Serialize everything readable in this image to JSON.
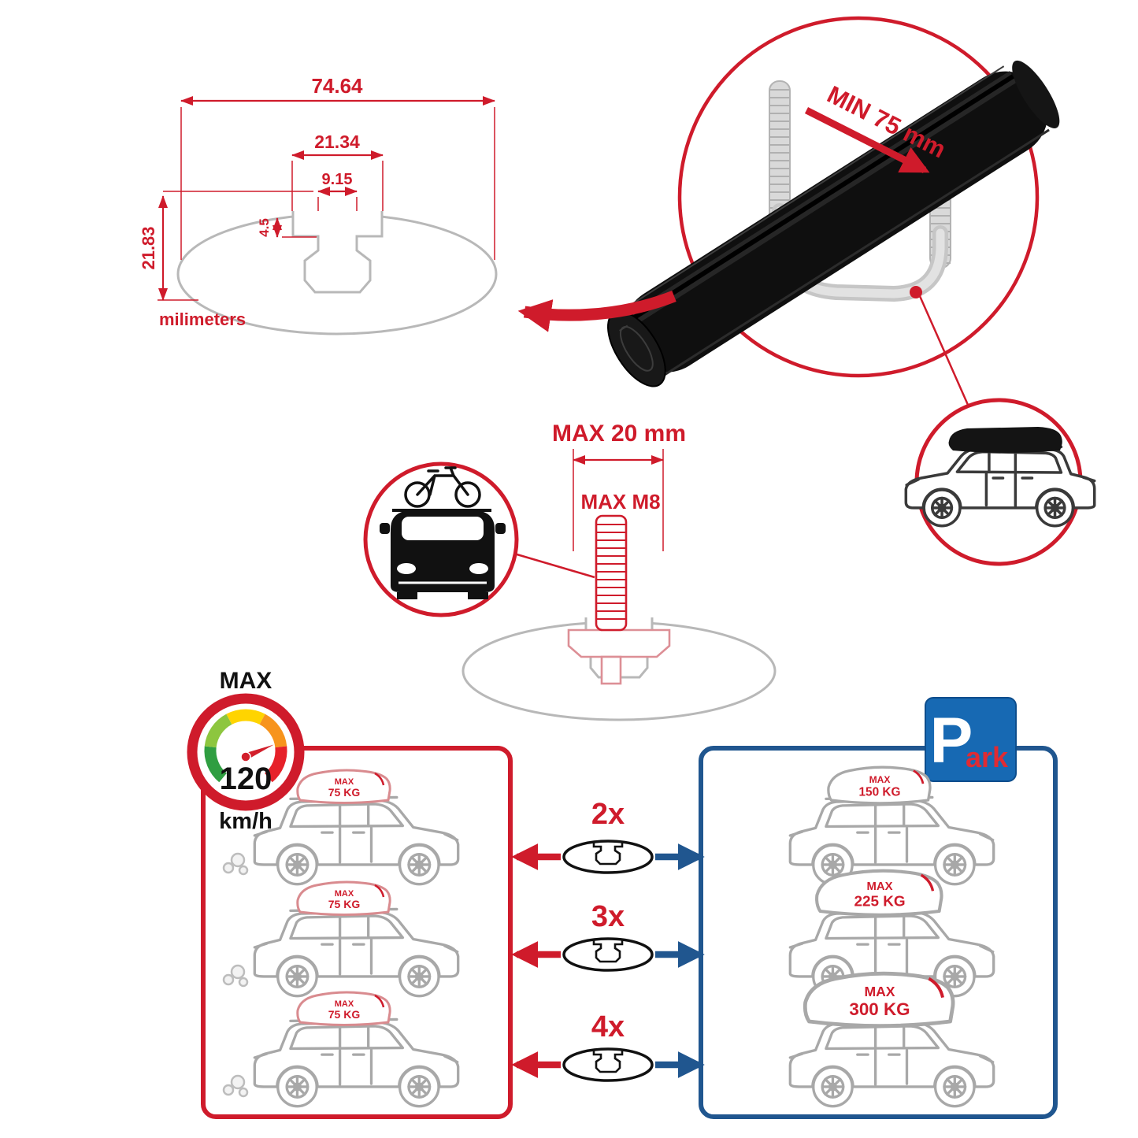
{
  "colors": {
    "red": "#cf1b2b",
    "blue": "#20568f",
    "park_blue": "#1769b3",
    "drawing_gray": "#b8b8b8",
    "bar_black": "#0f0f0f"
  },
  "cross_section": {
    "dim_total_width": "74.64",
    "dim_channel_width": "21.34",
    "dim_slot_width": "9.15",
    "dim_slot_depth": "4.5",
    "dim_height": "21.83",
    "unit_label": "milimeters"
  },
  "clamp": {
    "min_span_label": "MIN 75 mm"
  },
  "bolt": {
    "max_length_label": "MAX 20 mm",
    "max_thread_label": "MAX M8"
  },
  "speed_limit": {
    "label": "MAX",
    "value": "120",
    "unit": "km/h"
  },
  "park_sign": {
    "letter": "P",
    "suffix": "ark"
  },
  "comparison": {
    "rows": [
      {
        "multiplier": "2x",
        "left_pod_line1": "MAX",
        "left_pod_line2": "75 KG",
        "right_pod_line1": "MAX",
        "right_pod_line2": "150 KG"
      },
      {
        "multiplier": "3x",
        "left_pod_line1": "MAX",
        "left_pod_line2": "75 KG",
        "right_pod_line1": "MAX",
        "right_pod_line2": "225 KG"
      },
      {
        "multiplier": "4x",
        "left_pod_line1": "MAX",
        "left_pod_line2": "75 KG",
        "right_pod_line1": "MAX",
        "right_pod_line2": "300 KG"
      }
    ]
  }
}
